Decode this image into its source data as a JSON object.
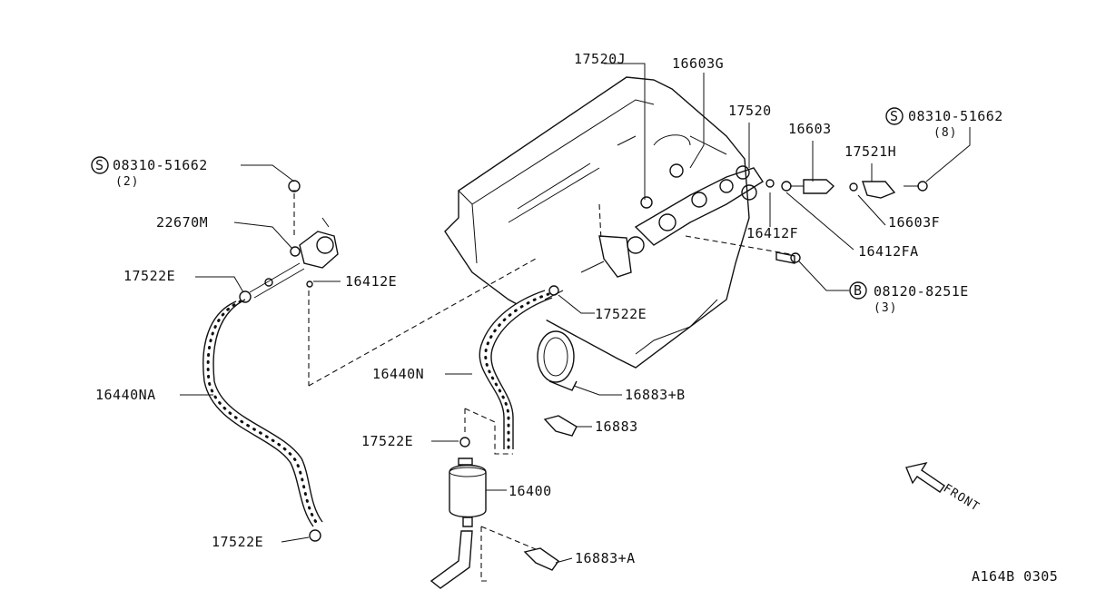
{
  "diagram": {
    "labels": {
      "p17520J": "17520J",
      "p16603G": "16603G",
      "p17520": "17520",
      "p16603": "16603",
      "screw_top_right": "08310-51662",
      "screw_top_right_qty": "(8)",
      "p17521H": "17521H",
      "screw_left": "08310-51662",
      "screw_left_qty": "(2)",
      "p22670M": "22670M",
      "p17522E_a": "17522E",
      "p16412E": "16412E",
      "p16412F": "16412F",
      "p16603F": "16603F",
      "p16412FA": "16412FA",
      "bolt": "08120-8251E",
      "bolt_qty": "(3)",
      "p17522E_b": "17522E",
      "p16440N": "16440N",
      "p16440NA": "16440NA",
      "p16883B": "16883+B",
      "p16883": "16883",
      "p17522E_c": "17522E",
      "p16400": "16400",
      "p17522E_d": "17522E",
      "p16883A": "16883+A",
      "front": "FRONT",
      "code": "A164B 0305"
    },
    "symbols": {
      "screw": "S",
      "bolt": "B"
    }
  }
}
